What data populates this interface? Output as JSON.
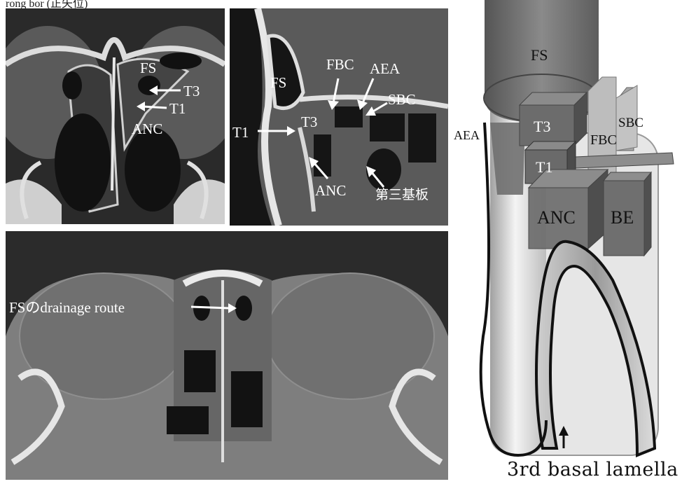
{
  "header": {
    "partial_caption": "rong bor (正矢位)"
  },
  "coronal": {
    "labels": {
      "fs": "FS",
      "t3": "T3",
      "t1": "T1",
      "anc": "ANC"
    }
  },
  "sagittal": {
    "labels": {
      "fs": "FS",
      "fbc": "FBC",
      "aea": "AEA",
      "sbc": "SBC",
      "t1": "T1",
      "t3": "T3",
      "anc": "ANC",
      "third_basal": "第三基板"
    }
  },
  "axial": {
    "labels": {
      "route": "FSのdrainage route"
    }
  },
  "schematic": {
    "labels": {
      "fs": "FS",
      "t3": "T3",
      "t1": "T1",
      "aea": "AEA",
      "fbc": "FBC",
      "sbc": "SBC",
      "anc": "ANC",
      "be": "BE"
    },
    "caption": "3rd basal lamella"
  },
  "colors": {
    "bone": "#e8e8e8",
    "tissue": "#8a8a8a",
    "air": "#151515",
    "block_dark": "#555555",
    "block_mid": "#6e6e6e",
    "block_light": "#9a9a9a"
  }
}
